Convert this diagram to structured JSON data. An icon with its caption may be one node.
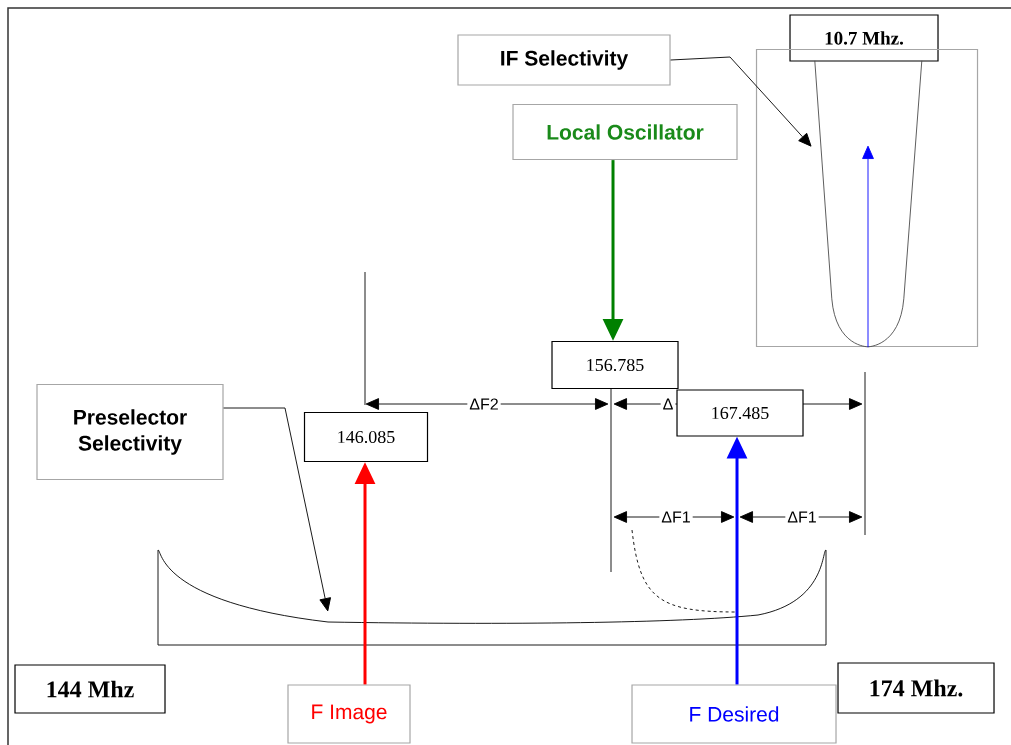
{
  "diagram": {
    "nodes": [
      {
        "text": [
          "IF Selectivity"
        ]
      },
      {
        "text": [
          "10.7 Mhz."
        ]
      },
      {
        "text": [],
        "shape": "box"
      },
      {
        "text": [],
        "shape": "picture",
        "in": 2
      },
      {
        "text": [
          "Local Oscillator"
        ]
      },
      {
        "text": [
          "156.785"
        ]
      },
      {
        "text": [
          "Preselector Selectivity"
        ]
      },
      {
        "text": [
          "146.085"
        ]
      },
      {
        "text": [
          "167.485"
        ]
      },
      {
        "text": [
          "144 Mhz"
        ]
      },
      {
        "text": [
          "F Image"
        ]
      },
      {
        "text": [
          "F Desired"
        ]
      },
      {
        "text": [
          "174 Mhz."
        ]
      }
    ],
    "edges": [
      {
        "from": 0,
        "to": 3,
        "arrow": "to"
      },
      {
        "from": 3,
        "to": null,
        "arrow": "to",
        "color": "#0000ff"
      },
      {
        "from": 4,
        "to": 5,
        "arrow": "to",
        "style": "thick",
        "color": "#008000"
      },
      {
        "from": 6,
        "to": null,
        "arrow": "to"
      },
      {
        "from": 10,
        "to": 7,
        "arrow": "to",
        "style": "thick",
        "color": "#ff0000"
      },
      {
        "from": 11,
        "to": 8,
        "arrow": "to",
        "style": "thick",
        "color": "#0000ff"
      }
    ],
    "labels": [
      "ΔF2",
      "Δ",
      "ΔF1",
      "ΔF1"
    ]
  }
}
